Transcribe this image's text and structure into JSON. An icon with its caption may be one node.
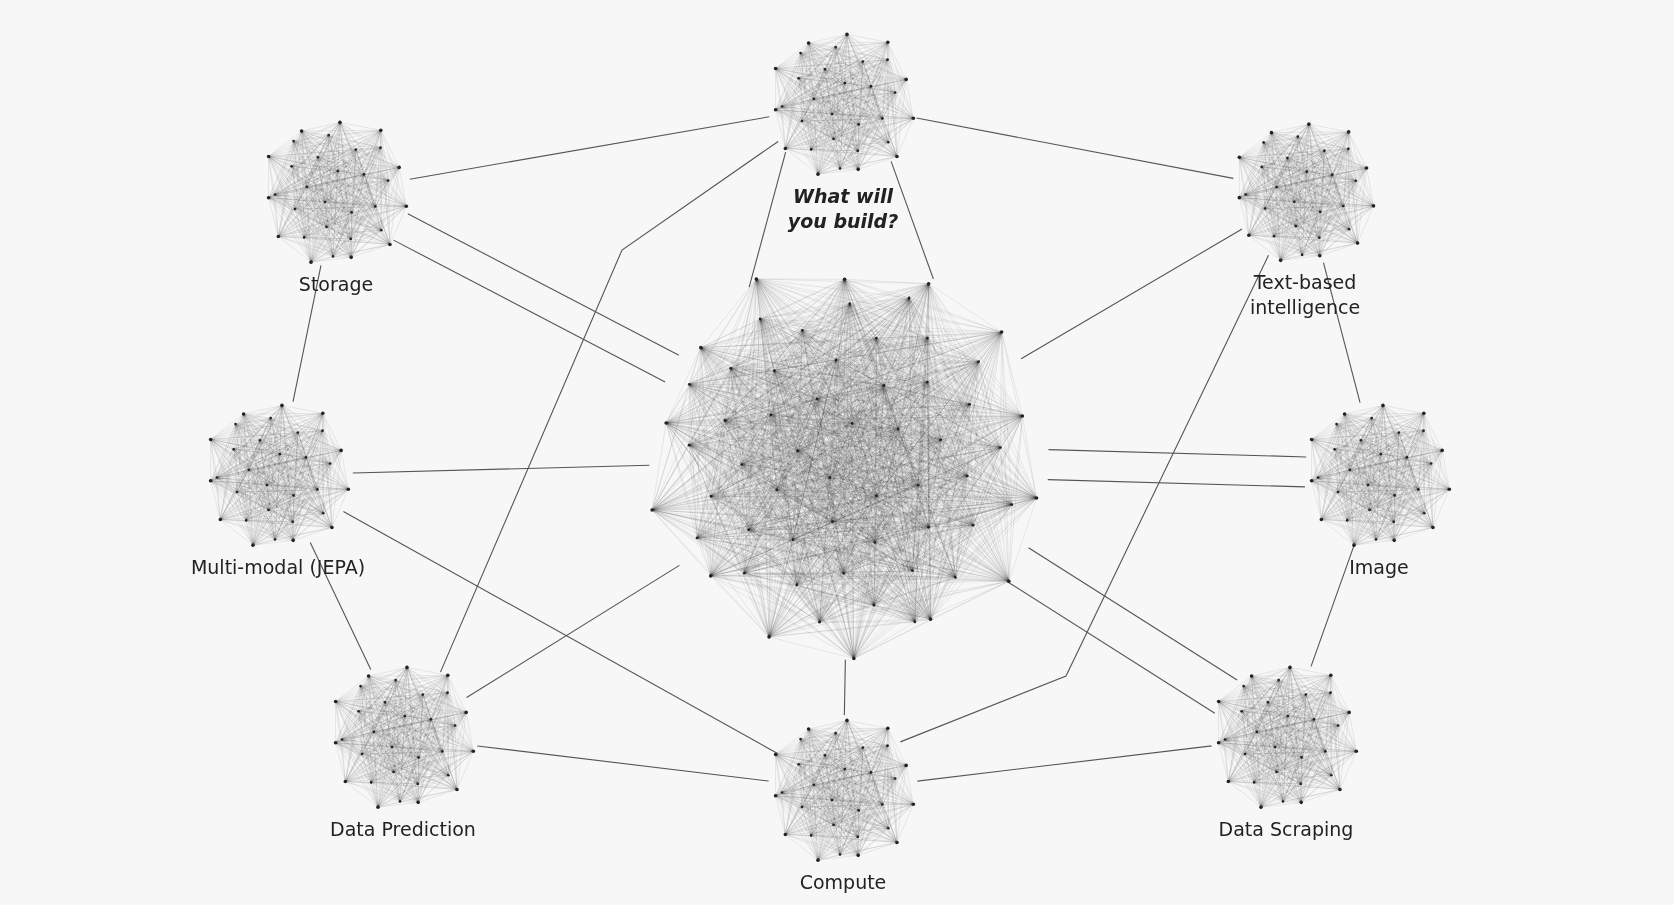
{
  "diagram": {
    "nodes": [
      {
        "text": [
          "What will you build?"
        ]
      },
      {
        "text": [
          "Storage"
        ]
      },
      {
        "text": [
          "Text-based intelligence"
        ]
      },
      {
        "text": [],
        "shape": "picture"
      },
      {
        "text": [
          "Multi-modal (JEPA)"
        ]
      },
      {
        "text": [
          "Image"
        ]
      },
      {
        "text": [
          "Data Prediction"
        ]
      },
      {
        "text": [
          "Compute"
        ]
      },
      {
        "text": [
          "Data Scraping"
        ]
      }
    ],
    "edges": [
      {
        "from": 1,
        "to": 0,
        "arrow": "none"
      },
      {
        "from": 0,
        "to": 2,
        "arrow": "none"
      },
      {
        "from": 1,
        "to": 3,
        "arrow": "none"
      },
      {
        "from": 1,
        "to": 3,
        "arrow": "none"
      },
      {
        "from": 1,
        "to": 4,
        "arrow": "none"
      },
      {
        "from": 0,
        "to": 6,
        "arrow": "none"
      },
      {
        "from": 0,
        "to": 3,
        "arrow": "none"
      },
      {
        "from": 0,
        "to": 3,
        "arrow": "none"
      },
      {
        "from": 2,
        "to": 3,
        "arrow": "none"
      },
      {
        "from": 2,
        "to": 7,
        "arrow": "none"
      },
      {
        "from": 2,
        "to": 5,
        "arrow": "none"
      },
      {
        "from": 3,
        "to": 5,
        "arrow": "none"
      },
      {
        "from": 3,
        "to": 5,
        "arrow": "none"
      },
      {
        "from": 4,
        "to": 3,
        "arrow": "none"
      },
      {
        "from": 4,
        "to": 7,
        "arrow": "none"
      },
      {
        "from": 4,
        "to": 6,
        "arrow": "none"
      },
      {
        "from": 3,
        "to": 8,
        "arrow": "none"
      },
      {
        "from": 3,
        "to": 8,
        "arrow": "none"
      },
      {
        "from": 6,
        "to": 3,
        "arrow": "none"
      },
      {
        "from": 6,
        "to": 7,
        "arrow": "none"
      },
      {
        "from": 7,
        "to": 3,
        "arrow": "none"
      },
      {
        "from": 7,
        "to": 8,
        "arrow": "none"
      },
      {
        "from": 5,
        "to": 8,
        "arrow": "none"
      }
    ]
  }
}
